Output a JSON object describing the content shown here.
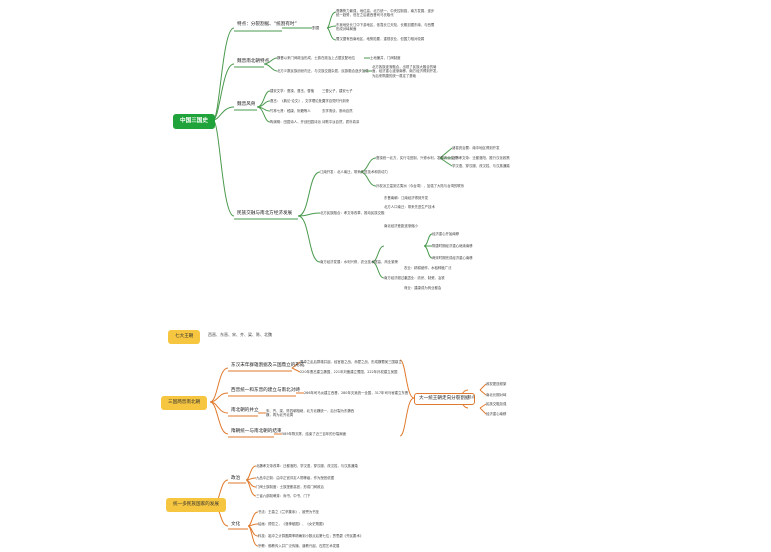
{
  "root": {
    "label": "中国三国史",
    "branches": [
      {
        "label": "特点：分裂割据、“统割有时”",
        "sub": "割据",
        "items": [
          "曹魏势力最强，地位高，北方统一，中央控制强，南方发展，逐步统一趋势，但在之后被西晋司马氏取代",
          "东吴地处长江中下游地区，依靠长江天险，长期割据东南，与西蜀形成对峙局面",
          "蜀汉据有西南地区，地势险要，重视农业，但国力相对较弱"
        ]
      },
      {
        "label": "魏晋南北朝特点",
        "items": [
          "魏晋以来门阀政治形成，士族在政治上占据支配地位",
          "北方少数民族纷纷内迁，与汉族交错杂居，民族融合逐步加强"
        ],
        "right": [
          "土地兼并，门阀制度",
          "北方各族逐渐融合，出现了民族大融合的局面，经济重心逐渐南移，南方经济得到开发，为后来隋唐的统一奠定了基础"
        ]
      },
      {
        "label": "魏晋风骨",
        "items": [
          "建安文学：曹操、曹丕、曹植",
          "曹丕：《典论·论文》，文学理论批评",
          "竹林七贤：嵇康、阮籍等人",
          "陶渊明：田园诗人，开创田园诗派"
        ],
        "right": [
          "三曹父子，建安七子",
          "文学自觉时代到来",
          "玄学清谈，崇尚自然",
          "诗歌平淡自然，质朴真淳"
        ]
      },
      {
        "label": "民族交融与南北方经济发展",
        "items": [
          "江南开发：北人南迁，带来先进技术和劳动力",
          "北方民族融合：孝文帝改革，推动民族交融",
          "南方经济发展：水利兴修，农业技术提高，商业繁荣"
        ],
        "details": [
          "曹操统一北方，实行屯田制，兴修水利，发展农业生产",
          "孙权派卫温到达夷洲（今台湾），加强了大陆与台湾的联系",
          "诸葛亮治蜀：南中地区得到开发",
          "北魏孝文帝：迁都洛阳，推行汉化政策",
          "学汉语、穿汉服、改汉姓、与汉族通婚",
          "东晋南朝：江南经济得到开发",
          "北方人口南迁：带来先进生产技术",
          "南北经济差距逐渐缩小",
          "经济重心开始南移",
          "隋唐时期经济重心继续南移",
          "两宋时期完成经济重心南移",
          "南方经济超过北方",
          "农业：精耕细作，水稻种植广泛",
          "手工业：纺织、制瓷、冶铁",
          "商业：建康成为商业都会"
        ]
      }
    ]
  },
  "row_people": {
    "label": "七大王朝",
    "text": "西晋、东晋、宋、齐、梁、陈、北魏"
  },
  "section2": {
    "label": "三国两晋南北朝",
    "hub": "大一统王朝走向分裂割据",
    "items": [
      {
        "label": "东汉末年群雄割据及三国鼎立的形成",
        "notes": [
          "董卓之乱后群雄并起，经官渡之战、赤壁之战，形成魏蜀吴三国鼎立",
          "220年曹丕建立魏国，221年刘备建立蜀国，222年孙权建立吴国"
        ]
      },
      {
        "label": "西晋统一和东晋的建立与南北对峙",
        "notes": [
          "266年司马炎建立西晋，280年灭吴统一全国，317年司马睿建立东晋"
        ]
      },
      {
        "label": "南北朝的并立",
        "notes": [
          "宋、齐、梁、陈四朝相继，北方北魏统一，后分裂为东魏西魏，再为北齐北周"
        ]
      },
      {
        "label": "隋朝统一与南北朝的结束",
        "notes": [
          "589年隋灭陈，结束了近三百年的分裂局面"
        ]
      }
    ],
    "right": {
      "label": "特点",
      "items": [
        "政权更迭频繁",
        "南北长期对峙",
        "民族交融加强",
        "经济重心南移"
      ]
    }
  },
  "section3": {
    "label": "统一多民族国家的发展",
    "branches": [
      {
        "label": "政治",
        "items": [
          "北魏孝文帝改革：迁都洛阳，学汉语，穿汉服，改汉姓，与汉族通婚",
          "九品中正制：由中正官评定人物等级，作为授官依据",
          "门阀士族制度：士族垄断高官，形成门阀政治",
          "三省六部制萌芽：尚书、中书、门下"
        ]
      },
      {
        "label": "文化",
        "items": [
          "书法：王羲之《兰亭集序》，被誉为书圣",
          "绘画：顾恺之，《洛神赋图》、《女史箴图》",
          "科技：祖冲之计算圆周率精确到小数点后第七位；贾思勰《齐民要术》",
          "宗教：佛教传入并广泛传播，道教兴起，石窟艺术发展"
        ]
      }
    ]
  }
}
